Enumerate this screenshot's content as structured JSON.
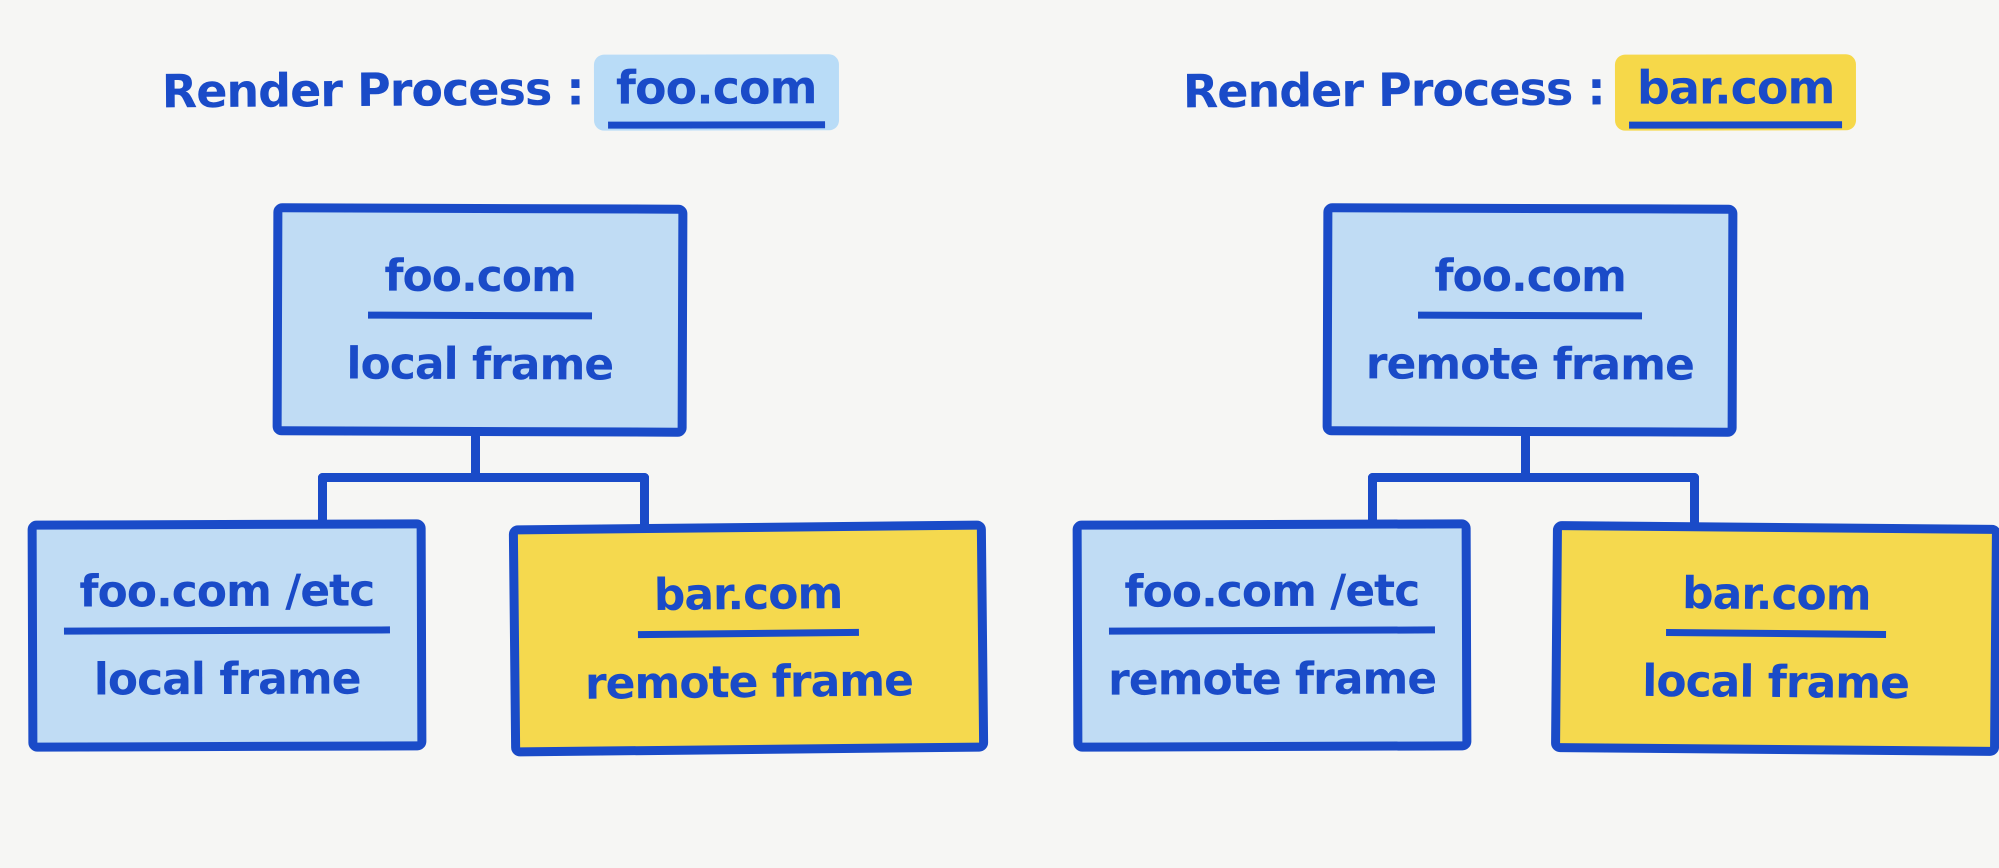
{
  "colors": {
    "ink": "#1a4bc8",
    "blue_fill": "#c0dcf4",
    "yellow_fill": "#f5d94e",
    "blue_hl": "#b9dcf7",
    "yellow_hl": "#f6d849",
    "bg": "#f6f6f4"
  },
  "processes": [
    {
      "title": {
        "prefix": "Render Process :",
        "domain": "foo.com",
        "highlight": "blue"
      },
      "root": {
        "domain": "foo.com",
        "frame_type": "local frame",
        "color": "blue"
      },
      "children": [
        {
          "domain": "foo.com /etc",
          "frame_type": "local frame",
          "color": "blue"
        },
        {
          "domain": "bar.com",
          "frame_type": "remote frame",
          "color": "yellow"
        }
      ]
    },
    {
      "title": {
        "prefix": "Render Process :",
        "domain": "bar.com",
        "highlight": "yellow"
      },
      "root": {
        "domain": "foo.com",
        "frame_type": "remote frame",
        "color": "blue"
      },
      "children": [
        {
          "domain": "foo.com /etc",
          "frame_type": "remote frame",
          "color": "blue"
        },
        {
          "domain": "bar.com",
          "frame_type": "local frame",
          "color": "yellow"
        }
      ]
    }
  ]
}
